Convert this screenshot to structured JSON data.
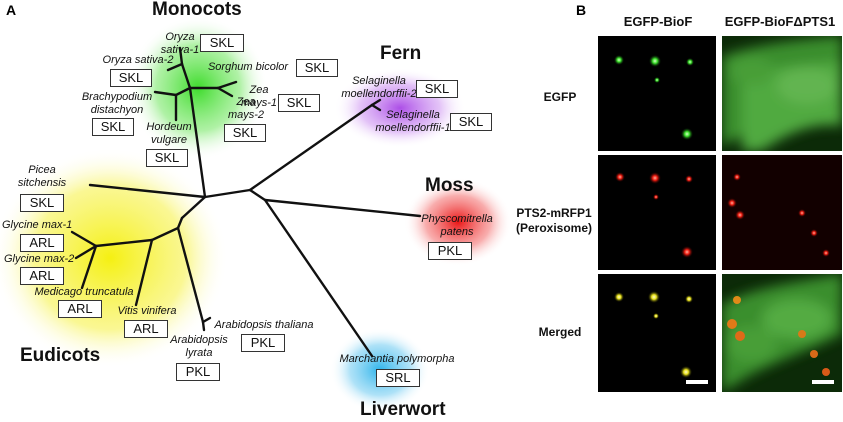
{
  "panel_a": {
    "letter": "A",
    "groups": {
      "monocots": "Monocots",
      "fern": "Fern",
      "moss": "Moss",
      "eudicots": "Eudicots",
      "liverwort": "Liverwort"
    },
    "species": {
      "oryza1": [
        "Oryza",
        "sativa-1"
      ],
      "oryza2": "Oryza sativa-2",
      "sorghum": "Sorghum bicolor",
      "zea1": [
        "Zea",
        "mays-1"
      ],
      "zea2": [
        "Zea",
        "mays-2"
      ],
      "brachy": [
        "Brachypodium",
        "distachyon"
      ],
      "hordeum": [
        "Hordeum",
        "vulgare"
      ],
      "sel2": [
        "Selaginella",
        "moellendorffii-2"
      ],
      "sel1": [
        "Selaginella",
        "moellendorffii-1"
      ],
      "picea": [
        "Picea",
        "sitchensis"
      ],
      "glycine1": "Glycine max-1",
      "glycine2": "Glycine max-2",
      "medicago": "Medicago truncatula",
      "vitis": "Vitis vinifera",
      "arab_thaliana": "Arabidopsis thaliana",
      "arab_lyrata": [
        "Arabidopsis",
        "lyrata"
      ],
      "physco": [
        "Physcomitrella",
        "patens"
      ],
      "marchantia": "Marchantia polymorpha"
    },
    "motifs": {
      "oryza1": "SKL",
      "oryza2": "SKL",
      "sorghum": "SKL",
      "zea1": "SKL",
      "zea2": "SKL",
      "brachy": "SKL",
      "hordeum": "SKL",
      "sel2": "SKL",
      "sel1": "SKL",
      "picea": "SKL",
      "glycine1": "ARL",
      "glycine2": "ARL",
      "medicago": "ARL",
      "vitis": "ARL",
      "arab_thaliana": "PKL",
      "arab_lyrata": "PKL",
      "physco": "PKL",
      "marchantia": "SRL"
    },
    "colors": {
      "monocots": "#3fdc2a",
      "fern": "#b561e8",
      "moss": "#ee2020",
      "eudicots": "#f3ee1a",
      "liverwort": "#38b8ec"
    }
  },
  "panel_b": {
    "letter": "B",
    "columns": [
      "EGFP-BioF",
      "EGFP-BioFΔPTS1"
    ],
    "rows": [
      [
        "EGFP"
      ],
      [
        "PTS2-mRFP1",
        "(Peroxisome)"
      ],
      [
        "Merged"
      ]
    ]
  }
}
